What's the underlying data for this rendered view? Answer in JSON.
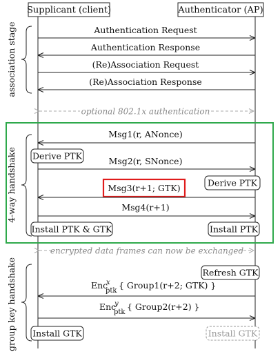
{
  "header": {
    "client": "Supplicant (client)",
    "ap": "Authenticator (AP)"
  },
  "stages": {
    "association": "association stage",
    "fourway": "4-way handshake",
    "groupkey": "group key handshake"
  },
  "association": {
    "msg1": "Authentication Request",
    "msg2": "Authentication Response",
    "msg3": "(Re)Association Request",
    "msg4": "(Re)Association Response"
  },
  "notes": {
    "optional": "optional 802.1x authentication",
    "encrypted": "encrypted data frames can now be exchanged"
  },
  "fourway": {
    "msg1": "Msg1(r, ANonce)",
    "derive_client": "Derive PTK",
    "msg2": "Msg2(r, SNonce)",
    "derive_ap": "Derive PTK",
    "msg3": "Msg3(r+1; GTK)",
    "msg4": "Msg4(r+1)",
    "install_client": "Install PTK & GTK",
    "install_ap": "Install PTK"
  },
  "groupkey": {
    "refresh": "Refresh GTK",
    "enc_base": "Enc",
    "enc1_sup": "x",
    "enc2_sup": "y",
    "enc_sub": "ptk",
    "group1": "{ Group1(r+2; GTK) }",
    "group2": "{ Group2(r+2) }",
    "install_client": "Install GTK",
    "install_ap": "Install GTK"
  },
  "colors": {
    "highlight_box": "#e01b1b",
    "fourway_frame": "#2ea94b",
    "dashed_note": "#9a9a9a"
  }
}
